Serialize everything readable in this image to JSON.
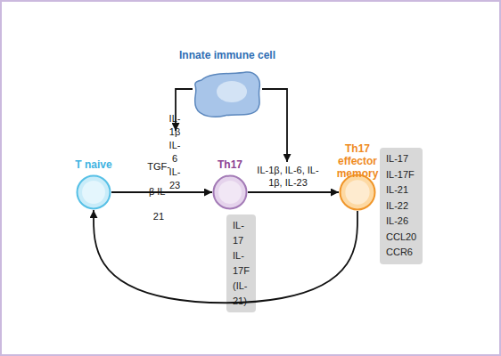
{
  "diagram": {
    "nodes": [
      {
        "text": [
          "Innate immune cell"
        ]
      },
      {
        "text": [
          "T naive"
        ]
      },
      {
        "text": [
          "Th17"
        ]
      },
      {
        "text": [
          "IL-17 IL-17F (IL-21)"
        ]
      },
      {
        "text": [
          "Th17 effector memory"
        ]
      },
      {
        "text": [
          "IL-17 IL-17F IL-21 IL-22 IL-26 CCL20 CCR6"
        ]
      }
    ],
    "edges": [
      {
        "from": 1,
        "to": 2,
        "arrow": "to",
        "label": "TGF-β IL-21"
      },
      {
        "from": 2,
        "to": 4,
        "arrow": "to",
        "label": "IL-1β, IL-6, IL-1β, IL-23"
      },
      {
        "from": 4,
        "to": 1,
        "arrow": "to"
      }
    ],
    "labels": [
      "IL-1β IL-6 IL-23"
    ]
  }
}
